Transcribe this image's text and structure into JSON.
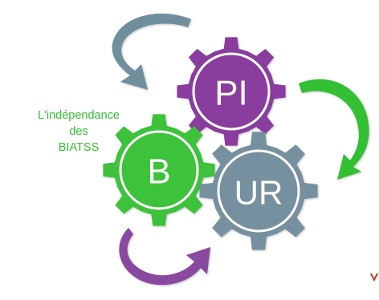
{
  "side_label": {
    "lines": [
      "L'indépendance",
      "des",
      "BIATSS"
    ],
    "color": "#33c033"
  },
  "gears": {
    "pi": {
      "label": "PI",
      "color": "#8a3d9e",
      "ring": "#ffffff"
    },
    "b": {
      "label": "B",
      "color": "#3cc23a",
      "ring": "#ffffff"
    },
    "ur": {
      "label": "UR",
      "color": "#76909f",
      "ring": "#ffffff"
    }
  },
  "arrows": {
    "top_left": {
      "color": "#6f8f9d",
      "icon": "curved-arrow-icon"
    },
    "right": {
      "color": "#33c033",
      "icon": "curved-arrow-icon"
    },
    "bottom": {
      "color": "#8a4aa0",
      "icon": "curved-arrow-icon"
    }
  },
  "mark": {
    "color": "#c0392b"
  }
}
